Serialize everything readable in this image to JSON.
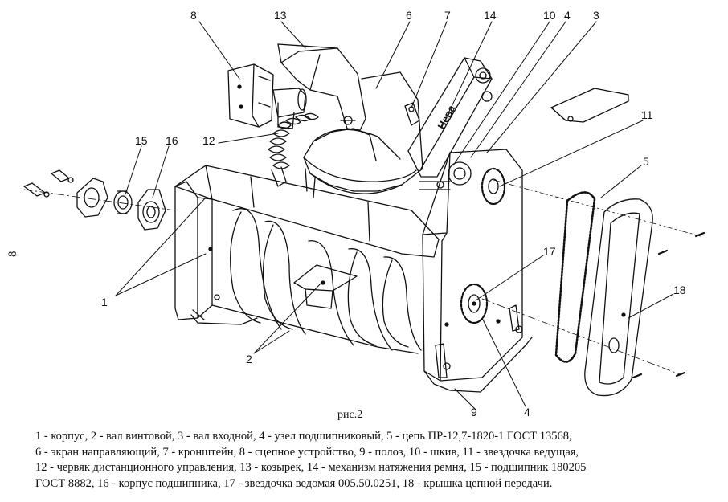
{
  "figure": {
    "caption": "рис.2",
    "side_number": "8",
    "brand_label": "Нева",
    "callouts": {
      "c1": "1",
      "c2": "2",
      "c3": "3",
      "c4a": "4",
      "c4b": "4",
      "c5": "5",
      "c6": "6",
      "c7": "7",
      "c8": "8",
      "c9": "9",
      "c10": "10",
      "c11": "11",
      "c12": "12",
      "c13": "13",
      "c14": "14",
      "c15": "15",
      "c16": "16",
      "c17": "17",
      "c18": "18"
    }
  },
  "legend": {
    "lines": [
      "1 - корпус, 2 - вал винтовой, 3 - вал входной, 4 - узел подшипниковый, 5 - цепь ПР-12,7-1820-1 ГОСТ 13568,",
      "6 - экран направляющий, 7 - кронштейн, 8 - сцепное устройство, 9 - полоз, 10 - шкив, 11 - звездочка ведущая,",
      "12 - червяк дистанционного управления, 13 - козырек, 14 - механизм натяжения ремня, 15 - подшипник 180205",
      "ГОСТ 8882, 16 - корпус подшипника, 17 - звездочка ведомая 005.50.0251, 18 - крышка цепной передачи."
    ]
  }
}
